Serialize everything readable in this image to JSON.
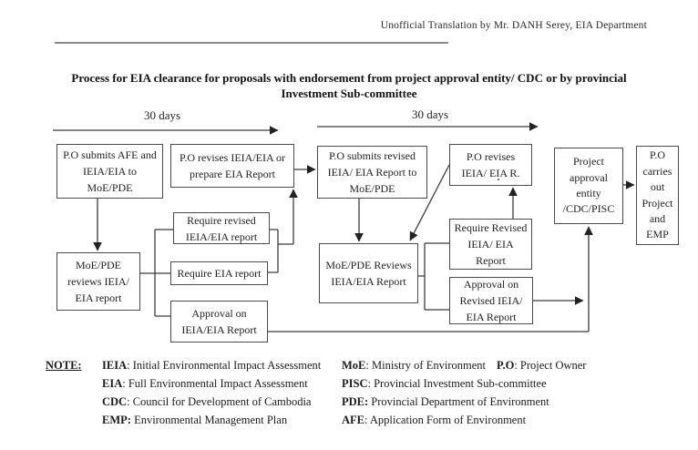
{
  "header": {
    "translation_note": "Unofficial Translation by Mr. DANH Serey, EIA Department"
  },
  "title": {
    "line1": "Process for EIA clearance for proposals with endorsement from project approval entity/ CDC or by provincial",
    "line2": "Investment Sub-committee"
  },
  "timeline": {
    "label1": "30 days",
    "label2": "30 days"
  },
  "boxes": {
    "po_submits_afe": "P.O submits AFE and IEIA/EIA to MoE/PDE",
    "po_revises_ieia": "P.O revises IEIA/EIA or prepare EIA Report",
    "require_revised_report": "Require revised IEIA/EIA report",
    "require_eia_report": "Require EIA report",
    "approval_ieia": "Approval on IEIA/EIA Report",
    "moe_reviews_1": "MoE/PDE reviews IEIA/ EIA report",
    "po_submits_revised": "P.O submits revised IEIA/ EIA Report to MoE/PDE",
    "po_revises_r": "P.O revises IEIA/ EIA R.",
    "moe_reviews_2": "MoE/PDE Reviews IEIA/EIA Report",
    "require_revised_2": "Require Revised IEIA/ EIA Report",
    "approval_revised": "Approval on Revised IEIA/ EIA Report",
    "project_approval": "Project approval entity /CDC/PISC",
    "po_carries_out": "P.O carries out Project and EMP"
  },
  "note": {
    "heading": "NOTE:",
    "col1": [
      {
        "abbr": "IEIA",
        "rest": ": Initial Environmental Impact Assessment"
      },
      {
        "abbr": "EIA",
        "rest": ": Full Environmental Impact Assessment"
      },
      {
        "abbr": "CDC",
        "rest": ": Council for Development of Cambodia"
      },
      {
        "abbr": "EMP:",
        "rest": " Environmental Management Plan"
      }
    ],
    "col2": [
      {
        "abbr": "MoE",
        "rest": ": Ministry of Environment",
        "abbr2": "P.O",
        "rest2": ": Project Owner"
      },
      {
        "abbr": "PISC",
        "rest": ": Provincial Investment Sub-committee"
      },
      {
        "abbr": "PDE:",
        "rest": " Provincial Department of Environment"
      },
      {
        "abbr": "AFE",
        "rest": ": Application Form of Environment"
      }
    ]
  },
  "colors": {
    "ink": "#1e1e1e",
    "connector_line": "#3b3b3b",
    "box_border": "#4a4a4a",
    "divider": "#8a8a8a"
  }
}
